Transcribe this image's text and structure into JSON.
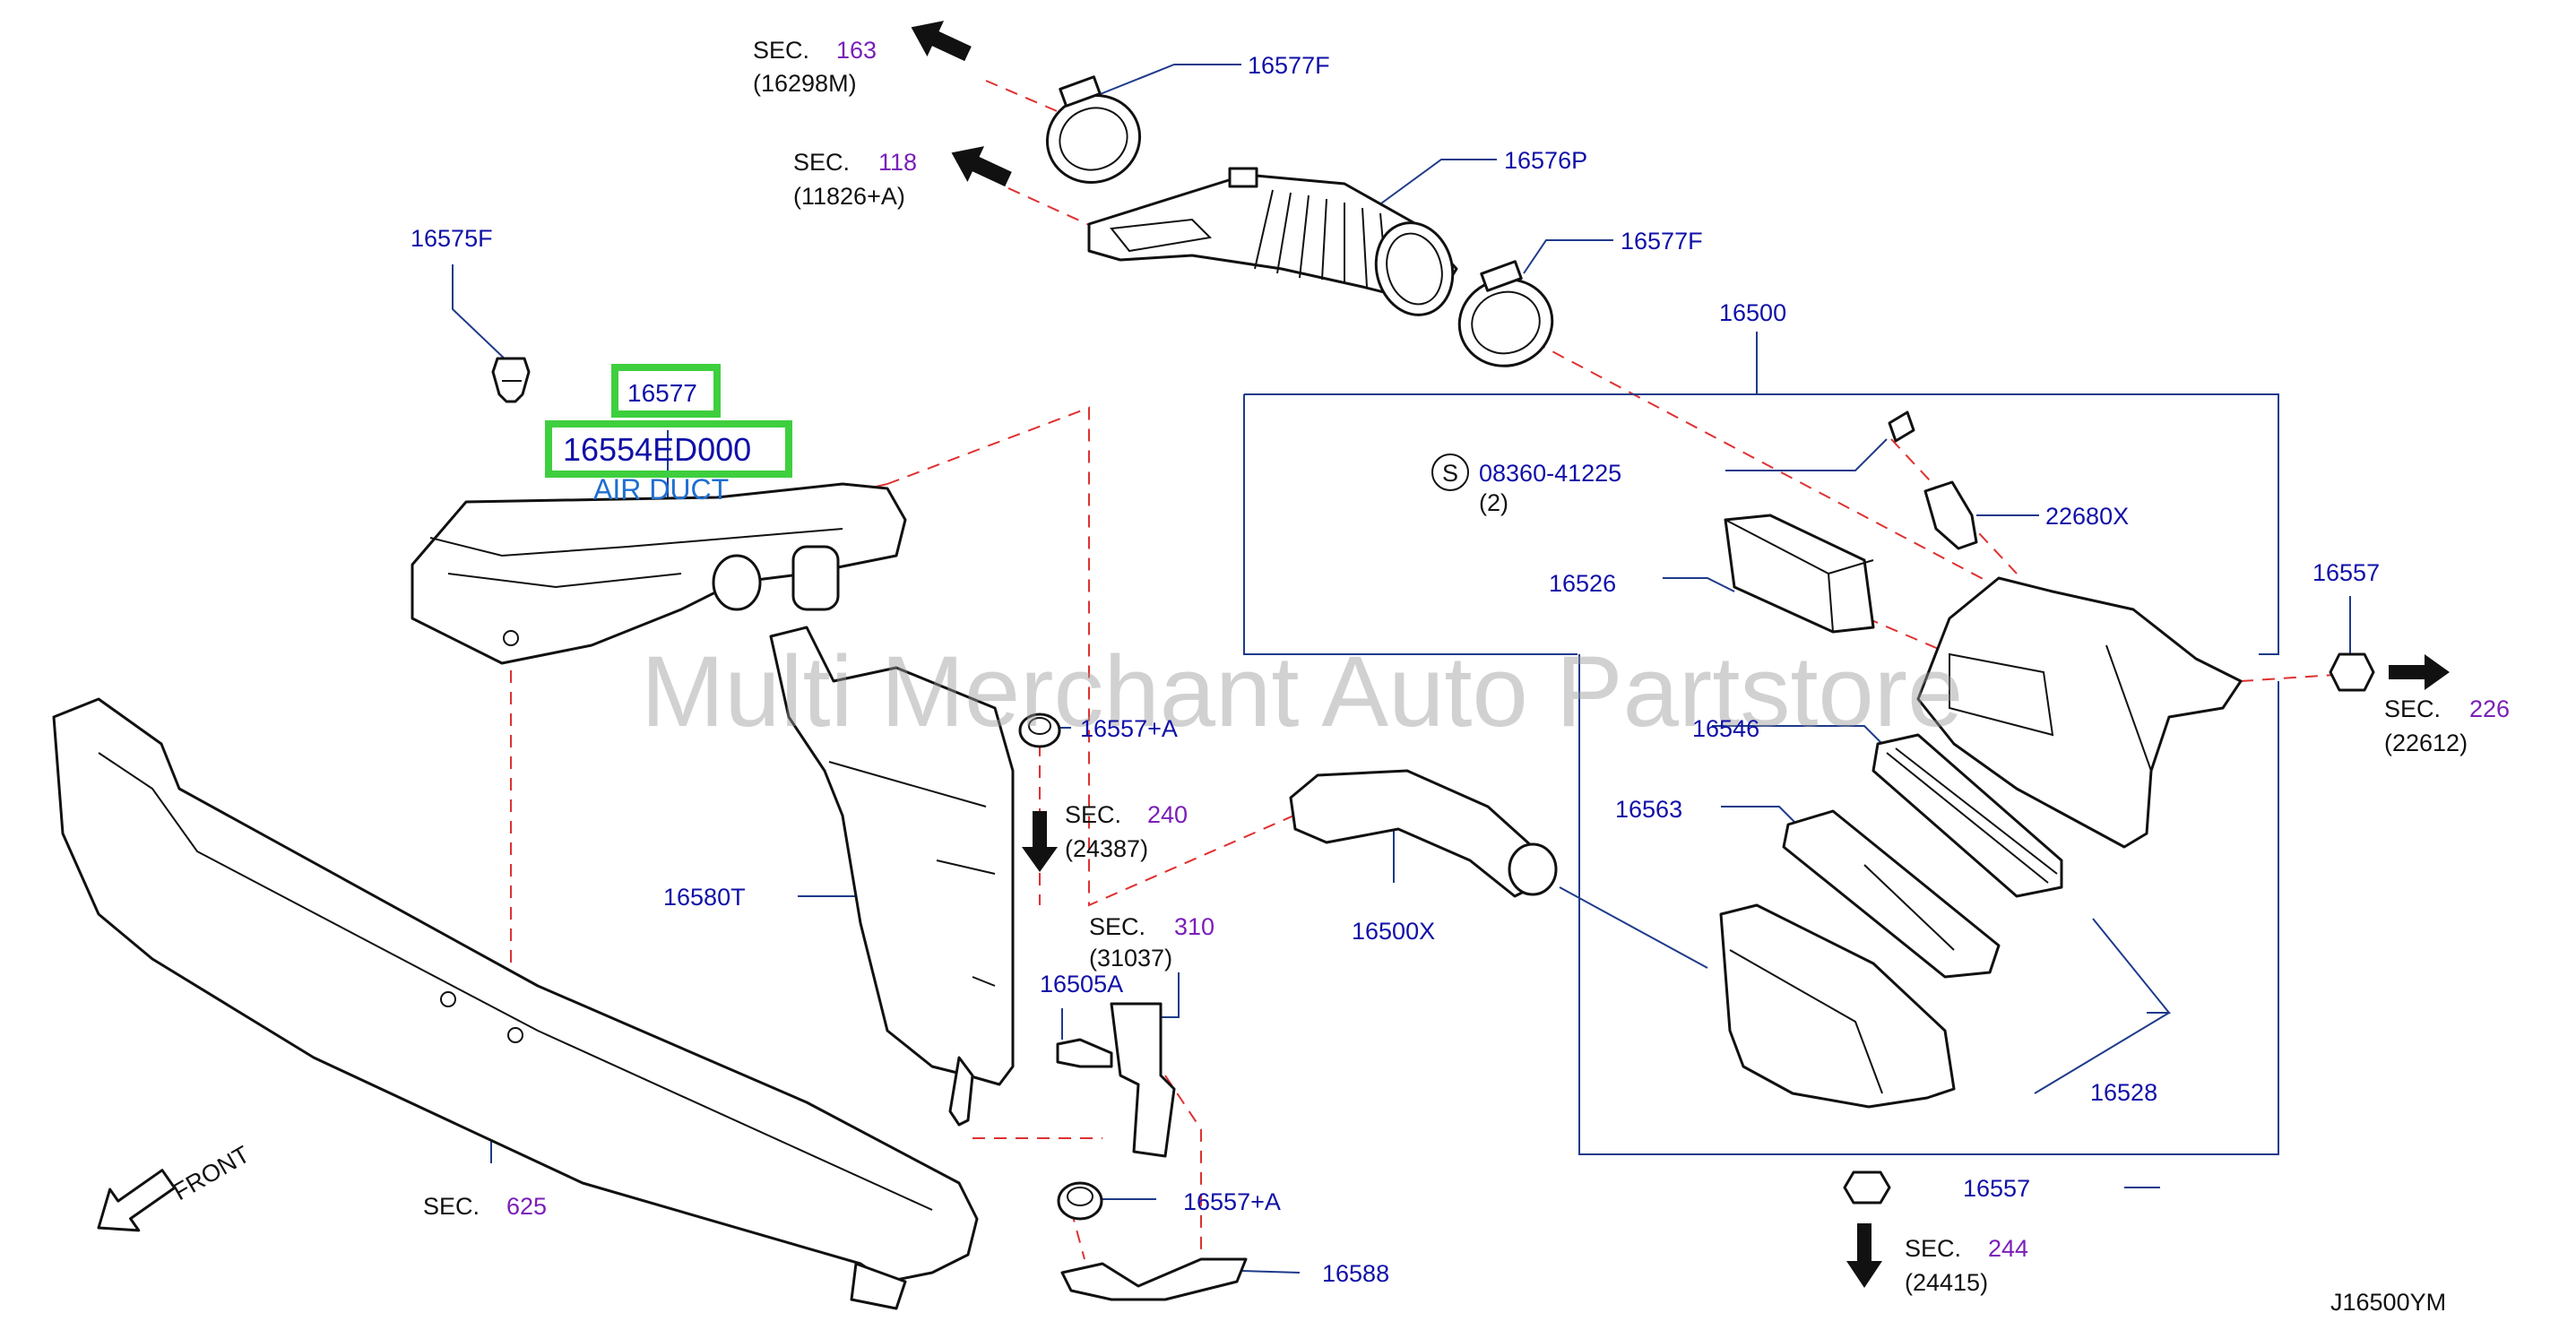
{
  "diagram_code": "J16500YM",
  "watermark": "Multi Merchant Auto Partstore",
  "highlight": {
    "part": "16577",
    "part_number": "16554ED000",
    "name": "AIR DUCT"
  },
  "labels": {
    "p16577F_top": "16577F",
    "p16576P": "16576P",
    "p16577F_mid": "16577F",
    "p16575F": "16575F",
    "p16500": "16500",
    "p08360": "08360-41225",
    "p08360_qty": "(2)",
    "s_symbol": "S",
    "p22680X": "22680X",
    "p16526": "16526",
    "p16557_right": "16557",
    "p16546": "16546",
    "p16563": "16563",
    "p16557A_top": "16557+A",
    "p16580T": "16580T",
    "p16500X": "16500X",
    "p16505A": "16505A",
    "p16528": "16528",
    "p16557_bottom": "16557",
    "p16557A_bottom": "16557+A",
    "p16588": "16588"
  },
  "sections": {
    "sec163": {
      "word": "SEC.",
      "num": "163",
      "sub": "(16298M)"
    },
    "sec118": {
      "word": "SEC.",
      "num": "118",
      "sub": "(11826+A)"
    },
    "sec226": {
      "word": "SEC.",
      "num": "226",
      "sub": "(22612)"
    },
    "sec240": {
      "word": "SEC.",
      "num": "240",
      "sub": "(24387)"
    },
    "sec310": {
      "word": "SEC.",
      "num": "310",
      "sub": "(31037)"
    },
    "sec244": {
      "word": "SEC.",
      "num": "244",
      "sub": "(24415)"
    },
    "sec625": {
      "word": "SEC.",
      "num": "625"
    }
  },
  "front_label": "FRONT",
  "colors": {
    "label": "#1010a8",
    "section_number": "#7a1fb8",
    "dashed_line": "#e03030",
    "highlight": "#3ecf3e",
    "air_duct_text": "#1f6fd1"
  }
}
